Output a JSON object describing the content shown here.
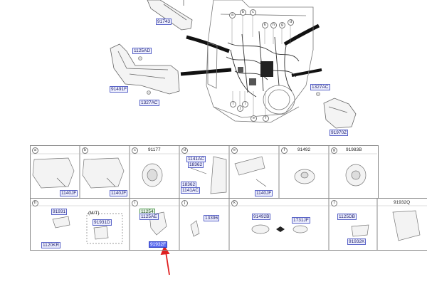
{
  "top": {
    "labels": {
      "p91743": "91743",
      "p1125ad_top": "1125AD",
      "p91491f": "91491F",
      "p1327ac_left": "1327AC",
      "p1327ac_right": "1327AC",
      "p91970z": "91970Z"
    },
    "callouts_top": [
      "a",
      "b",
      "c",
      "k",
      "h",
      "g",
      "d"
    ],
    "callouts_bottom": [
      "l",
      "j",
      "i",
      "e",
      "f"
    ]
  },
  "cells_row1": [
    {
      "letter": "a",
      "header": "",
      "parts": [
        "1140JF"
      ]
    },
    {
      "letter": "b",
      "header": "",
      "parts": [
        "1140JF"
      ]
    },
    {
      "letter": "c",
      "header": "91177",
      "parts": []
    },
    {
      "letter": "d",
      "header": "",
      "parts": [
        "1141AC",
        "18362",
        "18362",
        "1141AC"
      ]
    },
    {
      "letter": "e",
      "header": "",
      "parts": [
        "1140JF"
      ]
    },
    {
      "letter": "f",
      "header": "91492",
      "parts": []
    },
    {
      "letter": "g",
      "header": "91983B",
      "parts": []
    }
  ],
  "cells_row2": [
    {
      "letter": "h",
      "header": "",
      "parts": [
        "91931",
        "1120KR"
      ],
      "mt_label": "(M/T)",
      "mt_part": "91931D"
    },
    {
      "letter": "i",
      "header": "",
      "parts": [
        "11254",
        "1125AE",
        "91932F"
      ]
    },
    {
      "letter": "j",
      "header": "",
      "parts": [
        "13396"
      ]
    },
    {
      "letter": "k",
      "header": "",
      "parts": [
        "91492B",
        "1731JF"
      ]
    },
    {
      "letter": "l",
      "header": "",
      "parts": [
        "1125DB",
        "91932K"
      ]
    },
    {
      "letter": "",
      "header": "91932Q",
      "parts": []
    }
  ],
  "colors": {
    "accent": "#5b6cf0",
    "arrow": "#e02020",
    "tag_border": "#5a64c8"
  }
}
